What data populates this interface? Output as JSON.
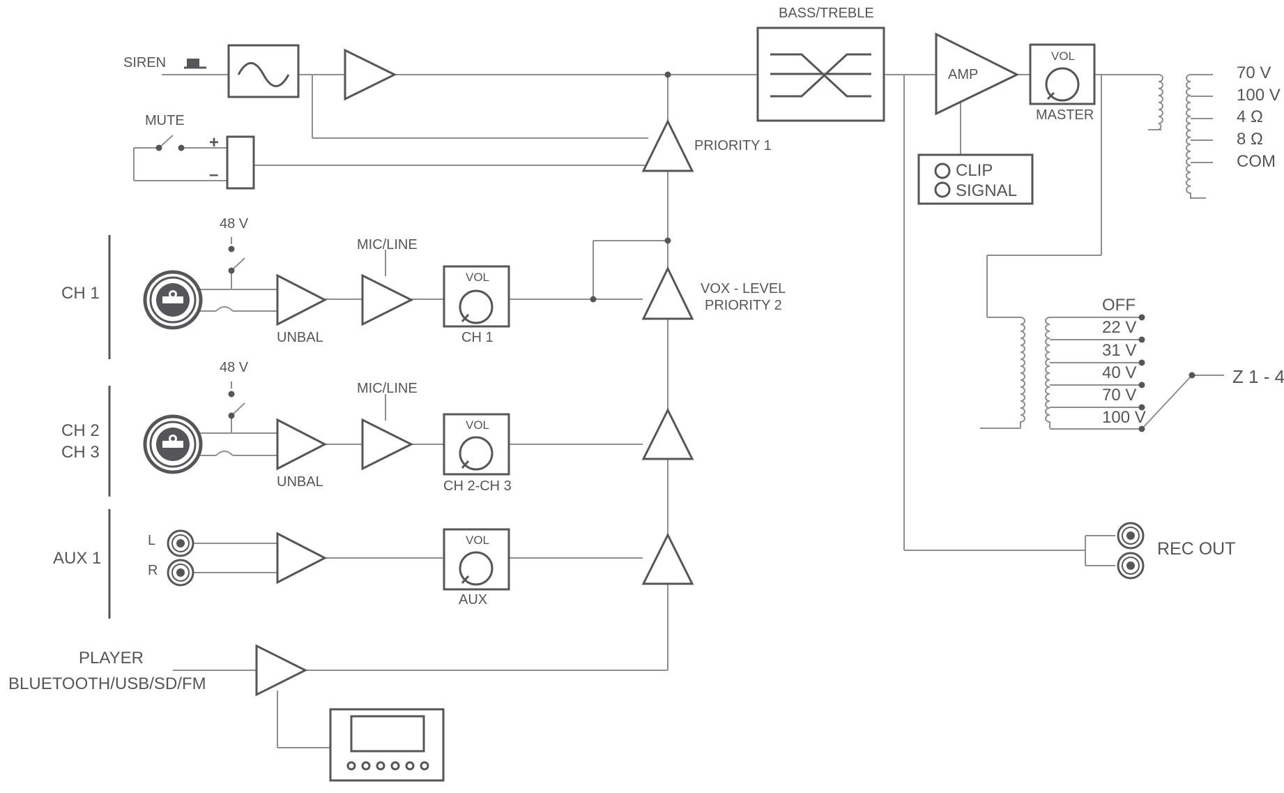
{
  "labels": {
    "siren": "SIREN",
    "mute": "MUTE",
    "plus": "+",
    "minus": "–",
    "bass_treble": "BASS/TREBLE",
    "priority1": "PRIORITY 1",
    "amp": "AMP",
    "vol": "VOL",
    "master": "MASTER",
    "clip": "CLIP",
    "signal": "SIGNAL",
    "phantom": "48 V",
    "mic_line": "MIC/LINE",
    "unbal": "UNBAL",
    "vox_level": "VOX - LEVEL",
    "priority2": "PRIORITY 2",
    "ch1": "CH 1",
    "ch2": "CH 2",
    "ch3": "CH 3",
    "ch2_ch3": "CH 2-CH 3",
    "aux1": "AUX 1",
    "aux": "AUX",
    "left": "L",
    "right": "R",
    "player": "PLAYER",
    "player_sources": "BLUETOOTH/USB/SD/FM",
    "rec_out": "REC OUT",
    "zones": "Z 1 - 4"
  },
  "speaker_taps": [
    "70 V",
    "100 V",
    "4 Ω",
    "8 Ω",
    "COM"
  ],
  "zone_taps": [
    "OFF",
    "22 V",
    "31 V",
    "40 V",
    "70 V",
    "100 V"
  ]
}
